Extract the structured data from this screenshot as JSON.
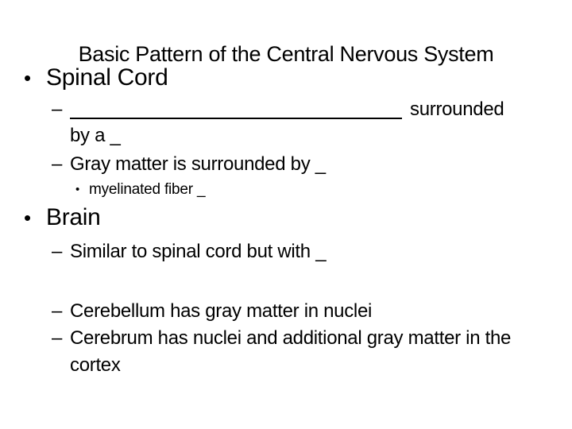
{
  "slide": {
    "background_color": "#ffffff",
    "text_color": "#000000",
    "title": "Basic Pattern of the Central Nervous System",
    "markers": {
      "bullet": "•",
      "dash": "–"
    },
    "spinal": {
      "heading": "Spinal Cord",
      "blank_item": {
        "suffix": "surrounded",
        "continuation": "by a _"
      },
      "gray_item": "Gray matter is surrounded by _",
      "myelinated_item": "myelinated fiber _"
    },
    "brain": {
      "heading": "Brain",
      "similar_item": "Similar to spinal cord but with _",
      "cerebellum_item": "Cerebellum has gray matter in nuclei",
      "cerebrum_item": "Cerebrum has nuclei and additional gray matter in the cortex"
    }
  }
}
